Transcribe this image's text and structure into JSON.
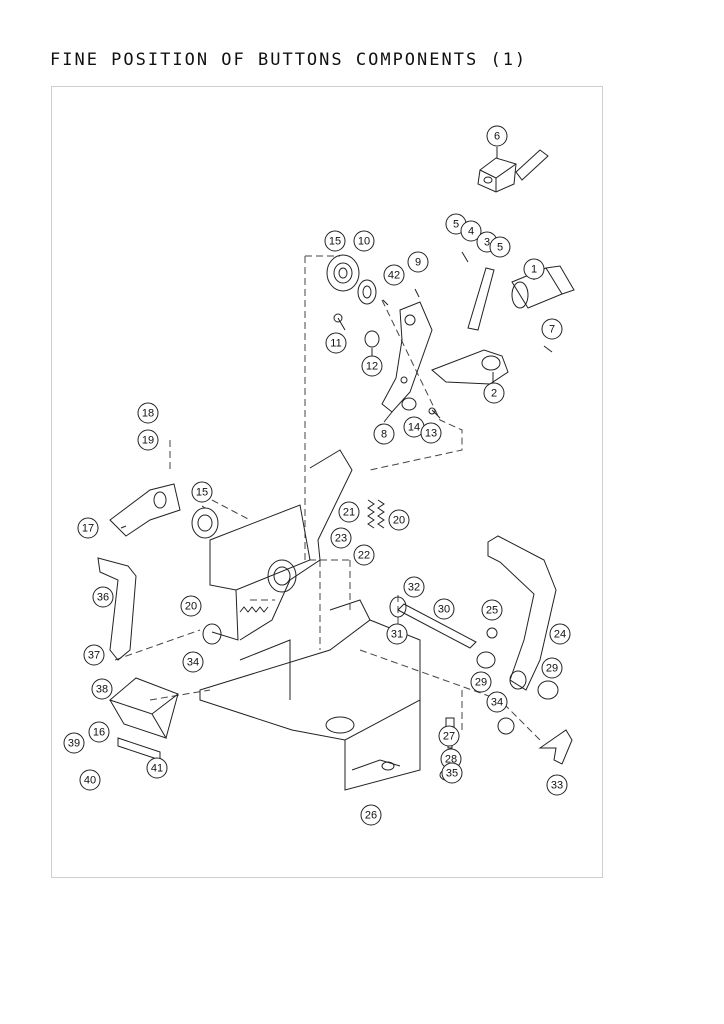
{
  "title": "FINE POSITION OF BUTTONS COMPONENTS (1)",
  "callouts": [
    {
      "label": "6"
    },
    {
      "label": "5"
    },
    {
      "label": "4"
    },
    {
      "label": "3"
    },
    {
      "label": "5"
    },
    {
      "label": "1"
    },
    {
      "label": "15"
    },
    {
      "label": "10"
    },
    {
      "label": "42"
    },
    {
      "label": "9"
    },
    {
      "label": "7"
    },
    {
      "label": "11"
    },
    {
      "label": "12"
    },
    {
      "label": "2"
    },
    {
      "label": "18"
    },
    {
      "label": "19"
    },
    {
      "label": "8"
    },
    {
      "label": "14"
    },
    {
      "label": "13"
    },
    {
      "label": "15"
    },
    {
      "label": "17"
    },
    {
      "label": "21"
    },
    {
      "label": "20"
    },
    {
      "label": "23"
    },
    {
      "label": "22"
    },
    {
      "label": "36"
    },
    {
      "label": "32"
    },
    {
      "label": "20"
    },
    {
      "label": "30"
    },
    {
      "label": "25"
    },
    {
      "label": "31"
    },
    {
      "label": "24"
    },
    {
      "label": "37"
    },
    {
      "label": "34"
    },
    {
      "label": "29"
    },
    {
      "label": "29"
    },
    {
      "label": "38"
    },
    {
      "label": "34"
    },
    {
      "label": "16"
    },
    {
      "label": "27"
    },
    {
      "label": "39"
    },
    {
      "label": "41"
    },
    {
      "label": "28"
    },
    {
      "label": "40"
    },
    {
      "label": "35"
    },
    {
      "label": "33"
    },
    {
      "label": "26"
    }
  ]
}
